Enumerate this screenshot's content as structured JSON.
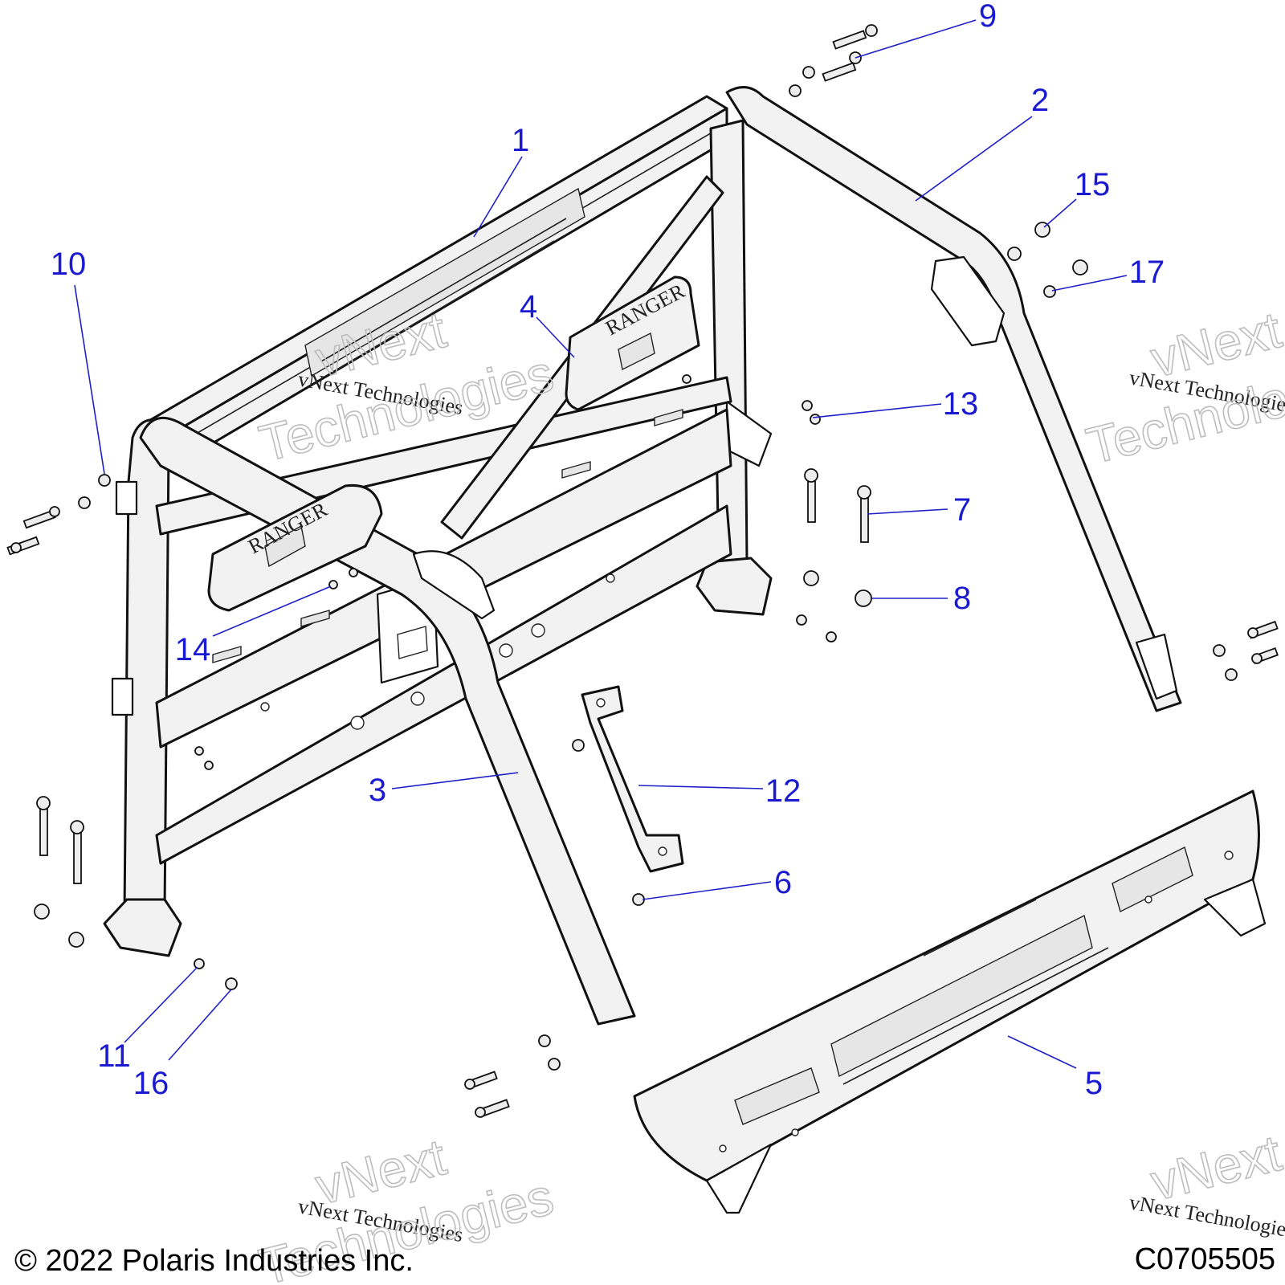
{
  "callouts": [
    {
      "label": "1"
    },
    {
      "label": "2"
    },
    {
      "label": "3"
    },
    {
      "label": "4"
    },
    {
      "label": "5"
    },
    {
      "label": "6"
    },
    {
      "label": "7"
    },
    {
      "label": "8"
    },
    {
      "label": "9"
    },
    {
      "label": "10"
    },
    {
      "label": "11"
    },
    {
      "label": "12"
    },
    {
      "label": "13"
    },
    {
      "label": "14"
    },
    {
      "label": "15"
    },
    {
      "label": "16"
    },
    {
      "label": "17"
    }
  ],
  "emblem": {
    "text": "RANGER"
  },
  "watermark": {
    "text": "vNext Technologies",
    "word1": "vNext",
    "word2": "Technologies"
  },
  "footer": {
    "copyright": "© 2022 Polaris Industries Inc.",
    "code": "C0705505"
  },
  "colors": {
    "callout": "#1a1ad0",
    "line": "#111111",
    "fill": "#f2f2f2"
  }
}
